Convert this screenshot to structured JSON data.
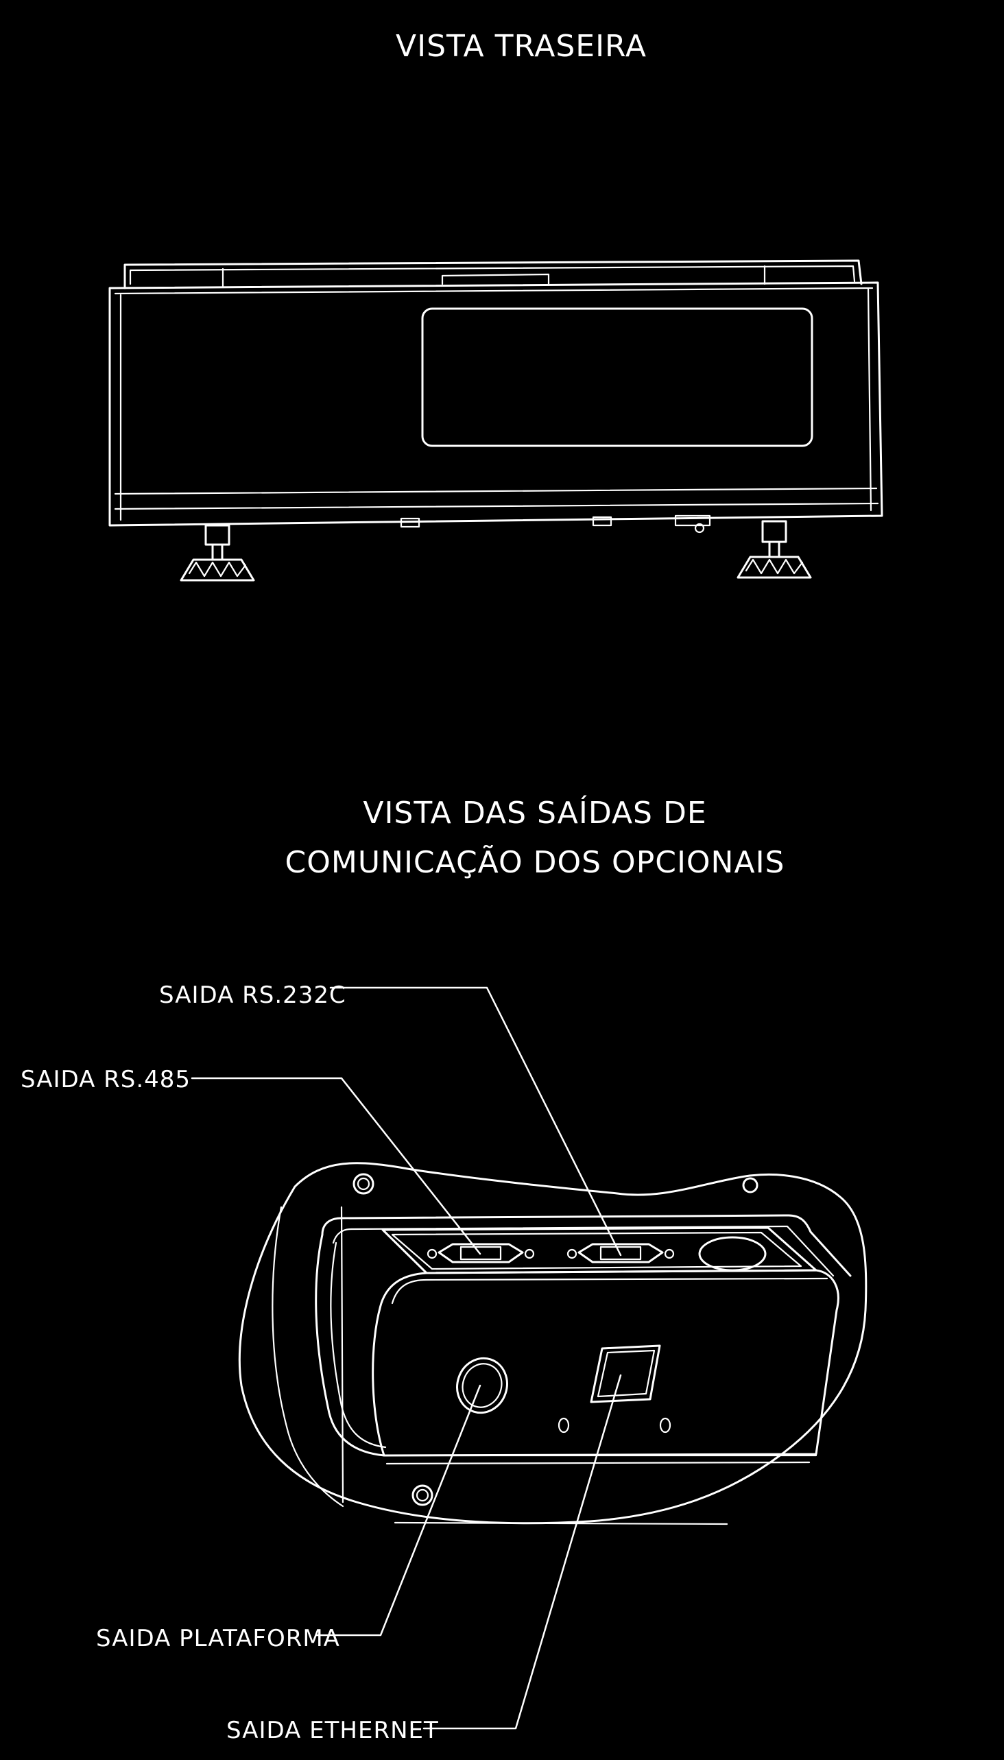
{
  "titles": {
    "rear_view": "VISTA TRASEIRA",
    "outputs_line1": "VISTA DAS SAÍDAS DE",
    "outputs_line2": "COMUNICAÇÃO DOS OPCIONAIS"
  },
  "callouts": {
    "rs232c": "SAIDA RS.232C",
    "rs485": "SAIDA RS.485",
    "plataforma": "SAIDA PLATAFORMA",
    "ethernet": "SAIDA ETHERNET"
  },
  "colors": {
    "background": "#000000",
    "line": "#ffffff"
  }
}
